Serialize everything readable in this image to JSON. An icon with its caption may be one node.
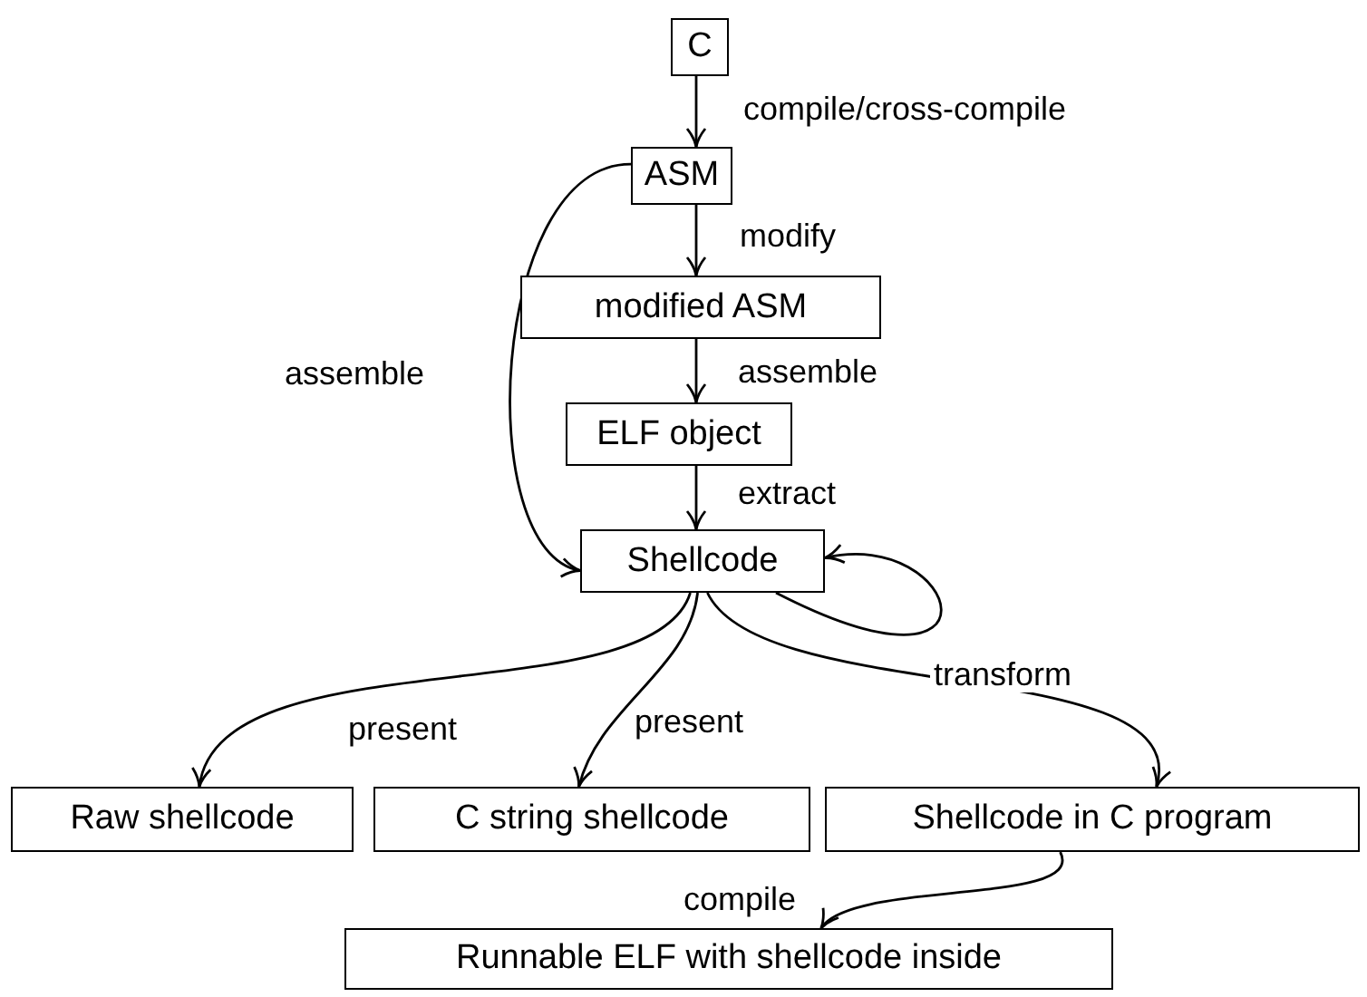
{
  "diagram": {
    "nodes": [
      {
        "text": [
          "C"
        ]
      },
      {
        "text": [
          "ASM"
        ]
      },
      {
        "text": [
          "modified ASM"
        ]
      },
      {
        "text": [
          "ELF object"
        ]
      },
      {
        "text": [
          "Shellcode"
        ]
      },
      {
        "text": [
          "Raw shellcode"
        ]
      },
      {
        "text": [
          "C string shellcode"
        ]
      },
      {
        "text": [
          "Shellcode in C program"
        ]
      },
      {
        "text": [
          "Runnable ELF with shellcode inside"
        ]
      }
    ],
    "edges": [
      {
        "from": 0,
        "to": 1,
        "arrow": "to",
        "label": "compile/cross-compile"
      },
      {
        "from": 1,
        "to": 2,
        "arrow": "to",
        "label": "modify"
      },
      {
        "from": 2,
        "to": 3,
        "arrow": "to",
        "label": "assemble"
      },
      {
        "from": 3,
        "to": 4,
        "arrow": "to",
        "label": "extract"
      },
      {
        "from": 1,
        "to": 4,
        "arrow": "to",
        "label": "assemble"
      },
      {
        "from": 4,
        "to": 4,
        "arrow": "to"
      },
      {
        "from": 4,
        "to": 5,
        "arrow": "to",
        "label": "present"
      },
      {
        "from": 4,
        "to": 6,
        "arrow": "to",
        "label": "present"
      },
      {
        "from": 4,
        "to": 7,
        "arrow": "to",
        "label": "transform"
      },
      {
        "from": 7,
        "to": 8,
        "arrow": "to",
        "label": "compile"
      }
    ]
  }
}
